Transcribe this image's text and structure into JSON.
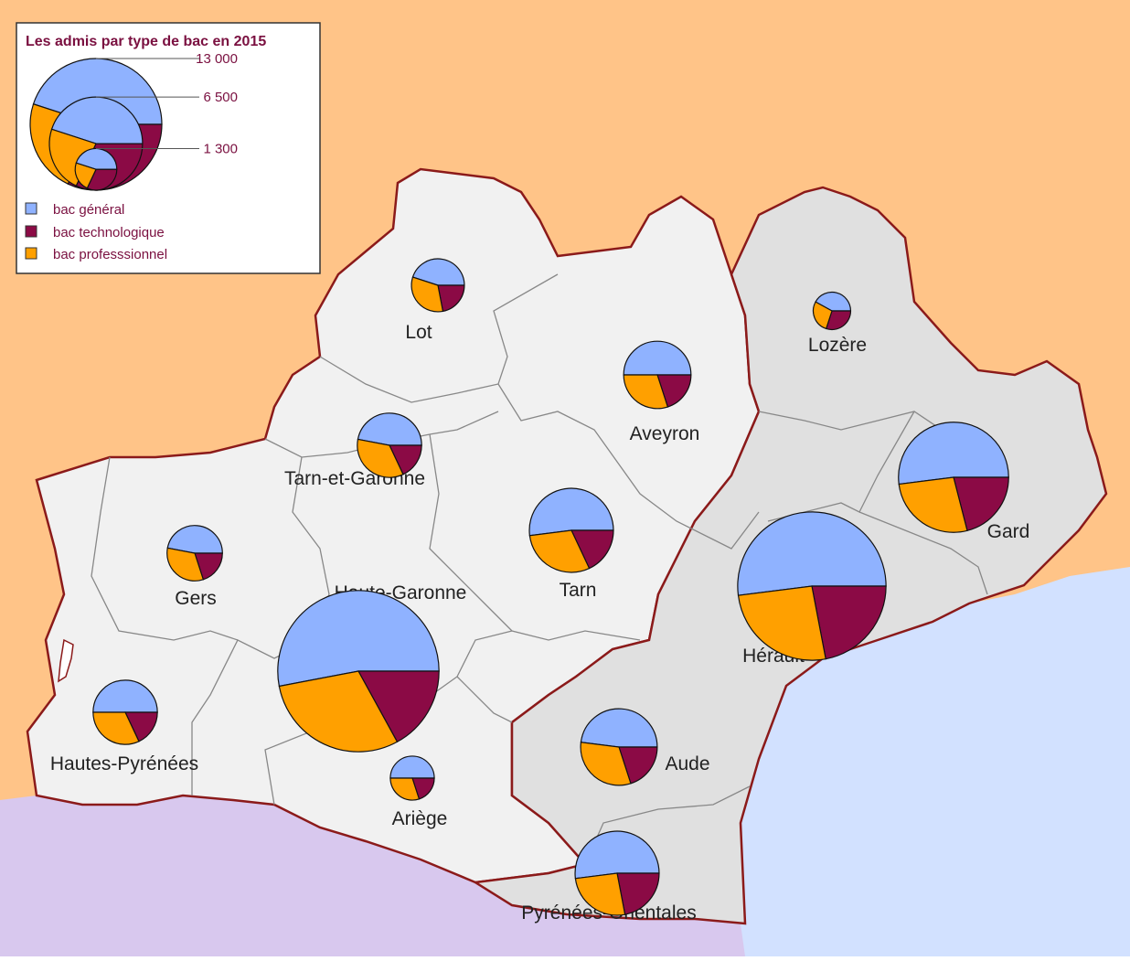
{
  "legend": {
    "title": "Les admis par type de bac en 2015",
    "scale_values": [
      13000,
      6500,
      1300
    ],
    "scale_labels": [
      "13 000",
      "6 500",
      "1 300"
    ],
    "categories": [
      {
        "key": "general",
        "label": "bac général",
        "color": "#8fb2ff"
      },
      {
        "key": "techno",
        "label": "bac technologique",
        "color": "#8b0a45"
      },
      {
        "key": "pro",
        "label": "bac professsionnel",
        "color": "#ffa000"
      }
    ]
  },
  "colors": {
    "region_fill_west": "#f1f1f1",
    "region_fill_east": "#e0e0e0",
    "region_border": "#8b1a1a",
    "dept_border": "#888888",
    "outside": "#ffc488",
    "sea": "#d2e1ff",
    "spain": "#d8c8ee"
  },
  "departments": [
    {
      "name": "Lot",
      "total": 2100,
      "general": 0.45,
      "techno": 0.22,
      "pro": 0.33
    },
    {
      "name": "Lozère",
      "total": 1050,
      "general": 0.42,
      "techno": 0.3,
      "pro": 0.28
    },
    {
      "name": "Aveyron",
      "total": 3400,
      "general": 0.5,
      "techno": 0.2,
      "pro": 0.3
    },
    {
      "name": "Tarn-et-Garonne",
      "total": 3100,
      "general": 0.47,
      "techno": 0.18,
      "pro": 0.35
    },
    {
      "name": "Gers",
      "total": 2300,
      "general": 0.47,
      "techno": 0.2,
      "pro": 0.33
    },
    {
      "name": "Tarn",
      "total": 5300,
      "general": 0.52,
      "techno": 0.18,
      "pro": 0.3
    },
    {
      "name": "Gard",
      "total": 9100,
      "general": 0.52,
      "techno": 0.21,
      "pro": 0.27
    },
    {
      "name": "Haute-Garonne",
      "total": 19500,
      "general": 0.53,
      "techno": 0.17,
      "pro": 0.3
    },
    {
      "name": "Hérault",
      "total": 16500,
      "general": 0.52,
      "techno": 0.22,
      "pro": 0.26
    },
    {
      "name": "Hautes-Pyrénées",
      "total": 3100,
      "general": 0.5,
      "techno": 0.18,
      "pro": 0.32
    },
    {
      "name": "Aude",
      "total": 4400,
      "general": 0.48,
      "techno": 0.2,
      "pro": 0.32
    },
    {
      "name": "Ariège",
      "total": 1450,
      "general": 0.5,
      "techno": 0.2,
      "pro": 0.3
    },
    {
      "name": "Pyrénées-Orientales",
      "total": 5300,
      "general": 0.52,
      "techno": 0.22,
      "pro": 0.26
    }
  ]
}
